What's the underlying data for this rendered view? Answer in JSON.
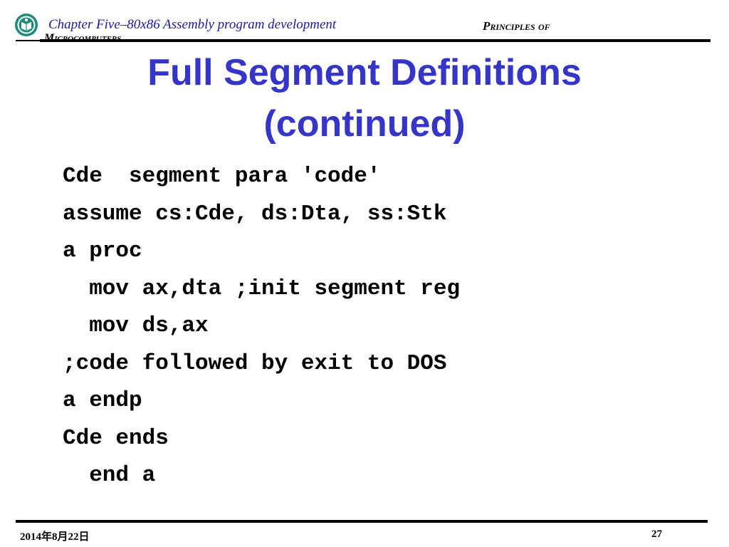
{
  "header": {
    "logo_icon": "university-seal-icon",
    "chapter": "Chapter Five–80x86 Assembly program development",
    "course_line1": "Principles of",
    "course_line2": "Microcomputers"
  },
  "slide": {
    "title_line1": "Full Segment Definitions",
    "title_line2": "(continued)",
    "code_lines": [
      "Cde  segment para 'code'",
      "assume cs:Cde, ds:Dta, ss:Stk",
      "a proc",
      "  mov ax,dta ;init segment reg",
      "  mov ds,ax",
      ";code followed by exit to DOS",
      "a endp",
      "Cde ends",
      "  end a"
    ]
  },
  "footer": {
    "date": "2014年8月22日",
    "page_number": "27"
  },
  "colors": {
    "title": "#3535c8",
    "chapter": "#1a1aa6",
    "logo": "#1f8a7a"
  }
}
